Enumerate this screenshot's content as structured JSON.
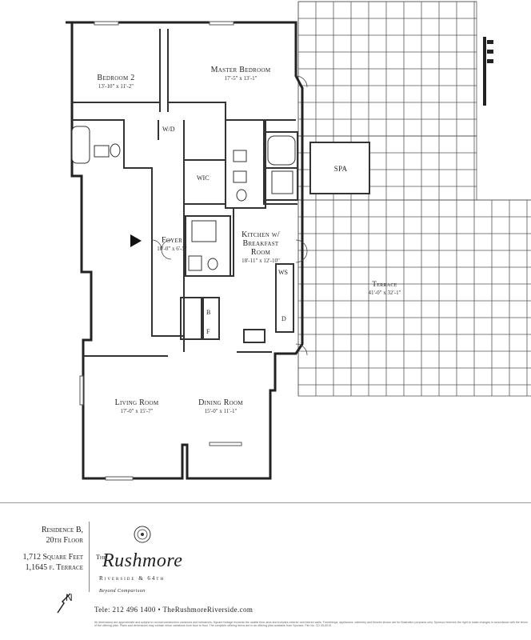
{
  "rooms": {
    "bedroom2": {
      "name": "Bedroom 2",
      "dim": "13'-10\" x 11'-2\""
    },
    "master": {
      "name": "Master Bedroom",
      "dim": "17'-5\" x 13'-1\""
    },
    "spa": {
      "name": "SPA",
      "dim": ""
    },
    "foyer": {
      "name": "Foyer",
      "dim": "10'-0\" x 6'-5\""
    },
    "kitchen": {
      "name": "Kitchen w/ Breakfast Room",
      "line1": "Kitchen w/",
      "line2": "Breakfast",
      "line3": "Room",
      "dim": "18'-11\" x 12'-10\""
    },
    "terrace": {
      "name": "Terrace",
      "dim": "41'-0\" x 32'-1\""
    },
    "living": {
      "name": "Living Room",
      "dim": "17'-0\" x 15'-7\""
    },
    "dining": {
      "name": "Dining Room",
      "dim": "15'-0\" x 11'-1\""
    }
  },
  "fixtures": {
    "wd": "W/D",
    "wic": "WIC",
    "ws": "WS",
    "b": "B",
    "f": "F",
    "d": "D"
  },
  "info": {
    "residence": "Residence B,",
    "floor": "20th Floor",
    "sqft": "1,712 Square Feet",
    "terrace": "1,1645 f. Terrace"
  },
  "brand": {
    "the": "The",
    "name": "Rushmore",
    "sub": "Riverside & 64th",
    "tagline": "Beyond Comparison"
  },
  "contact": "Tele: 212 496 1400 • TheRushmoreRiverside.com",
  "north_label": "N",
  "disclaimer": "All dimensions are approximate and subject to normal construction variances and tolerances. Square footage exceeds the usable floor area and includes exterior and interior walls. Furnishings, appliances, cabinetry and fixtures shown are for illustration purposes only. Sponsor reserves the right to make changes in accordance with the terms of the offering plan. Plans and dimensions may contain minor variations from floor to floor. The complete offering terms are in an offering plan available from Sponsor. File No. CD 05-0010."
}
